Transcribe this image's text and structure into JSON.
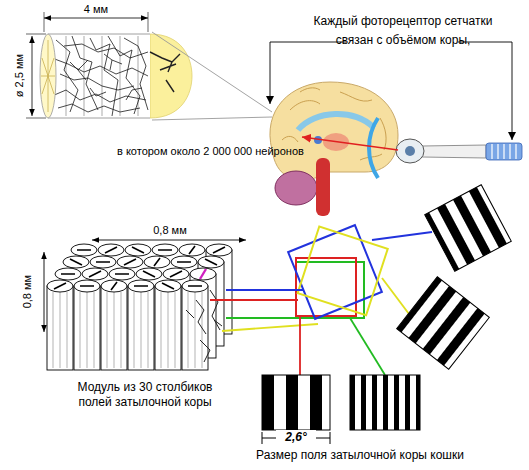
{
  "diagram": {
    "labels": [
      "4 мм",
      "Каждый фоторецептор сетчатки связан с объёмом коры,",
      "ø 2,5 мм",
      "в котором около 2 000 000 нейронов",
      "0,8 мм",
      "0,8 мм",
      "Модуль из 30 столбиков полей затылочной коры",
      "2,6°",
      "Размер поля затылочной коры кошки"
    ]
  }
}
